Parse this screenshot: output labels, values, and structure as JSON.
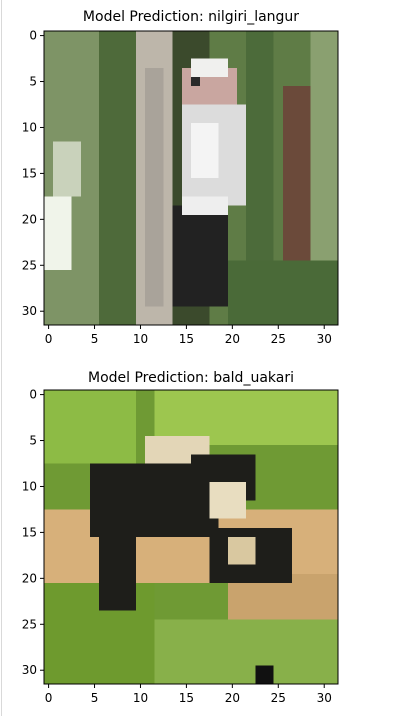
{
  "chart_data": [
    {
      "type": "heatmap",
      "title": "Model Prediction: nilgiri_langur",
      "xlabel": "",
      "ylabel": "",
      "xlim": [
        -0.5,
        31.5
      ],
      "ylim": [
        31.5,
        -0.5
      ],
      "x_ticks": [
        0,
        5,
        10,
        15,
        20,
        25,
        30
      ],
      "y_ticks": [
        0,
        5,
        10,
        15,
        20,
        25,
        30
      ],
      "grid": false,
      "legend": "none",
      "image_size": [
        32,
        32
      ],
      "palette": [
        "#5f7c46",
        "#4e6a3a",
        "#8a9a70",
        "#d8dccf",
        "#a9a39a",
        "#3b4a2c",
        "#2a2a2a",
        "#f0f4ea"
      ],
      "blocks": [
        {
          "c": 0,
          "r": 0,
          "w": 32,
          "h": 32,
          "color": "#5f7c46"
        },
        {
          "c": 0,
          "r": 0,
          "w": 6,
          "h": 32,
          "color": "#7e9466"
        },
        {
          "c": 0,
          "r": 18,
          "w": 3,
          "h": 8,
          "color": "#f0f4ea"
        },
        {
          "c": 1,
          "r": 12,
          "w": 3,
          "h": 6,
          "color": "#c9d2bb"
        },
        {
          "c": 6,
          "r": 0,
          "w": 4,
          "h": 32,
          "color": "#4e6a3a"
        },
        {
          "c": 10,
          "r": 0,
          "w": 4,
          "h": 32,
          "color": "#bdb6aa"
        },
        {
          "c": 11,
          "r": 4,
          "w": 2,
          "h": 26,
          "color": "#a9a39a"
        },
        {
          "c": 14,
          "r": 0,
          "w": 4,
          "h": 32,
          "color": "#3b4a2c"
        },
        {
          "c": 15,
          "r": 4,
          "w": 6,
          "h": 4,
          "color": "#c9a6a0"
        },
        {
          "c": 16,
          "r": 3,
          "w": 4,
          "h": 2,
          "color": "#f0f0ee"
        },
        {
          "c": 16,
          "r": 5,
          "w": 1,
          "h": 1,
          "color": "#2a2a2a"
        },
        {
          "c": 15,
          "r": 8,
          "w": 7,
          "h": 11,
          "color": "#dcdcdc"
        },
        {
          "c": 16,
          "r": 10,
          "w": 3,
          "h": 6,
          "color": "#f4f4f4"
        },
        {
          "c": 14,
          "r": 19,
          "w": 6,
          "h": 11,
          "color": "#222222"
        },
        {
          "c": 15,
          "r": 18,
          "w": 5,
          "h": 2,
          "color": "#eeeeee"
        },
        {
          "c": 22,
          "r": 0,
          "w": 3,
          "h": 32,
          "color": "#4c6b3a"
        },
        {
          "c": 26,
          "r": 6,
          "w": 3,
          "h": 26,
          "color": "#6b4a3a"
        },
        {
          "c": 29,
          "r": 0,
          "w": 3,
          "h": 32,
          "color": "#8aa070"
        },
        {
          "c": 20,
          "r": 25,
          "w": 12,
          "h": 7,
          "color": "#4a6a38"
        }
      ]
    },
    {
      "type": "heatmap",
      "title": "Model Prediction: bald_uakari",
      "xlabel": "",
      "ylabel": "",
      "xlim": [
        -0.5,
        31.5
      ],
      "ylim": [
        31.5,
        -0.5
      ],
      "x_ticks": [
        0,
        5,
        10,
        15,
        20,
        25,
        30
      ],
      "y_ticks": [
        0,
        5,
        10,
        15,
        20,
        25,
        30
      ],
      "grid": false,
      "legend": "none",
      "image_size": [
        32,
        32
      ],
      "palette": [
        "#7ea43a",
        "#5c8a2a",
        "#b9d86a",
        "#d9b47a",
        "#1e1e1a",
        "#e8ddc0",
        "#f3f6e7"
      ],
      "blocks": [
        {
          "c": 0,
          "r": 0,
          "w": 32,
          "h": 32,
          "color": "#6f9a34"
        },
        {
          "c": 0,
          "r": 0,
          "w": 10,
          "h": 8,
          "color": "#8dbb45"
        },
        {
          "c": 12,
          "r": 0,
          "w": 20,
          "h": 6,
          "color": "#9dc64f"
        },
        {
          "c": 0,
          "r": 13,
          "w": 32,
          "h": 8,
          "color": "#d7b07a"
        },
        {
          "c": 20,
          "r": 20,
          "w": 12,
          "h": 6,
          "color": "#c9a36d"
        },
        {
          "c": 0,
          "r": 21,
          "w": 12,
          "h": 11,
          "color": "#6e9a2e"
        },
        {
          "c": 12,
          "r": 25,
          "w": 20,
          "h": 7,
          "color": "#88b04a"
        },
        {
          "c": 11,
          "r": 5,
          "w": 7,
          "h": 5,
          "color": "#e3d6b7"
        },
        {
          "c": 16,
          "r": 7,
          "w": 7,
          "h": 5,
          "color": "#1e1e1a"
        },
        {
          "c": 5,
          "r": 8,
          "w": 14,
          "h": 8,
          "color": "#1e1e1a"
        },
        {
          "c": 6,
          "r": 16,
          "w": 4,
          "h": 8,
          "color": "#1e1e1a"
        },
        {
          "c": 18,
          "r": 10,
          "w": 4,
          "h": 4,
          "color": "#e8ddc0"
        },
        {
          "c": 18,
          "r": 15,
          "w": 9,
          "h": 6,
          "color": "#1e1e1a"
        },
        {
          "c": 20,
          "r": 16,
          "w": 3,
          "h": 3,
          "color": "#d9c8a0"
        },
        {
          "c": 23,
          "r": 30,
          "w": 2,
          "h": 2,
          "color": "#111111"
        }
      ]
    }
  ]
}
